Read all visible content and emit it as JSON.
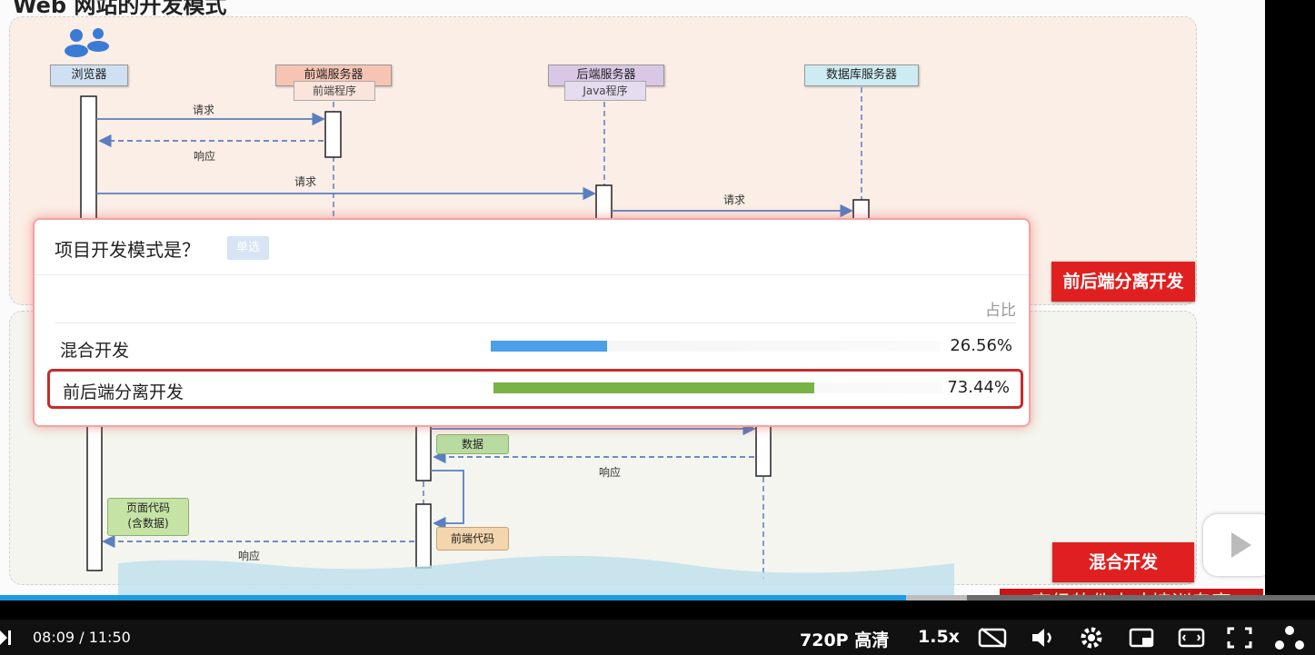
{
  "slide": {
    "title": "Web 网站的开发模式",
    "lanes": [
      {
        "label": "浏览器",
        "color": "#cfe0f3"
      },
      {
        "label": "前端服务器",
        "sub": "前端程序",
        "color": "#f7c4b4"
      },
      {
        "label": "后端服务器",
        "sub": "Java程序",
        "color": "#d8c8e6"
      },
      {
        "label": "数据库服务器",
        "color": "#cdebf2"
      }
    ],
    "top_labels": [
      "请求",
      "响应",
      "请求",
      "请求"
    ],
    "bottom_labels": [
      "数据",
      "响应",
      "页面代码\n(含数据)",
      "前端代码",
      "响应"
    ],
    "tags": {
      "separated": "前后端分离开发",
      "mixed": "混合开发"
    },
    "banner": "高级软件人才培训专家"
  },
  "quiz": {
    "question": "项目开发模式是？",
    "type_tag": "单选",
    "column_header": "占比",
    "options": [
      {
        "label": "混合开发",
        "percent_text": "26.56%",
        "percent": 26.56,
        "color": "#4a9fe8",
        "selected": false
      },
      {
        "label": "前后端分离开发",
        "percent_text": "73.44%",
        "percent": 73.44,
        "color": "#77b345",
        "selected": true
      }
    ]
  },
  "player": {
    "current_time": "08:09",
    "separator": "/",
    "duration": "11:50",
    "progress_fraction": 0.6887,
    "buffered_fraction": 0.735,
    "quality": "720P 高清",
    "speed": "1.5x",
    "icons": [
      "subtitle-off-icon",
      "volume-icon",
      "settings-icon",
      "pip-icon",
      "widescreen-icon",
      "fullscreen-icon",
      "network-icon"
    ]
  }
}
